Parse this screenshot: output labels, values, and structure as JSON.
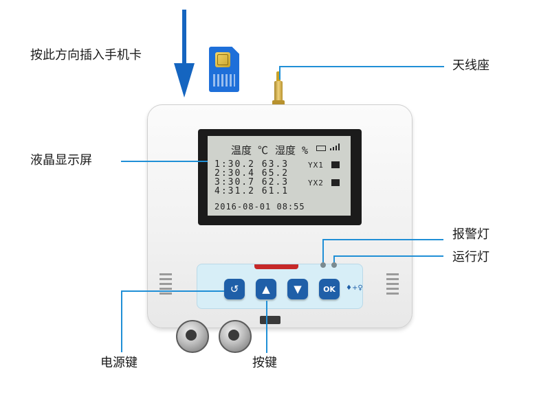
{
  "callouts": {
    "sim_insert": "按此方向插入手机卡",
    "antenna_mount": "天线座",
    "lcd_display": "液晶显示屏",
    "alarm_light": "报警灯",
    "run_light": "运行灯",
    "power_button": "电源键",
    "keys": "按键"
  },
  "lcd": {
    "temp_header": "温度 ℃",
    "humidity_header": "湿度 %",
    "rows": [
      {
        "id": "1:",
        "temp": "30.2",
        "hum": "63.3",
        "relay": "YX1"
      },
      {
        "id": "2:",
        "temp": "30.4",
        "hum": "65.2",
        "relay": ""
      },
      {
        "id": "3:",
        "temp": "30.7",
        "hum": "62.3",
        "relay": "YX2"
      },
      {
        "id": "4:",
        "temp": "31.2",
        "hum": "61.1",
        "relay": ""
      }
    ],
    "row_text": [
      "1:30.2   63.3",
      "2:30.4   65.2",
      "3:30.7   62.3",
      "4:31.2   61.1"
    ],
    "datetime": "2016-08-01 08:55"
  },
  "keypad": {
    "power_icon": "power-back-icon",
    "up_icon": "arrow-up-icon",
    "down_icon": "arrow-down-icon",
    "ok_label": "OK",
    "brand_mark": "♦+♀"
  },
  "colors": {
    "arrow": "#1565c0",
    "callout_line": "#1f8fd6",
    "button": "#1f5fa8",
    "panel": "#d7eef7",
    "stripe": "#c62828"
  }
}
